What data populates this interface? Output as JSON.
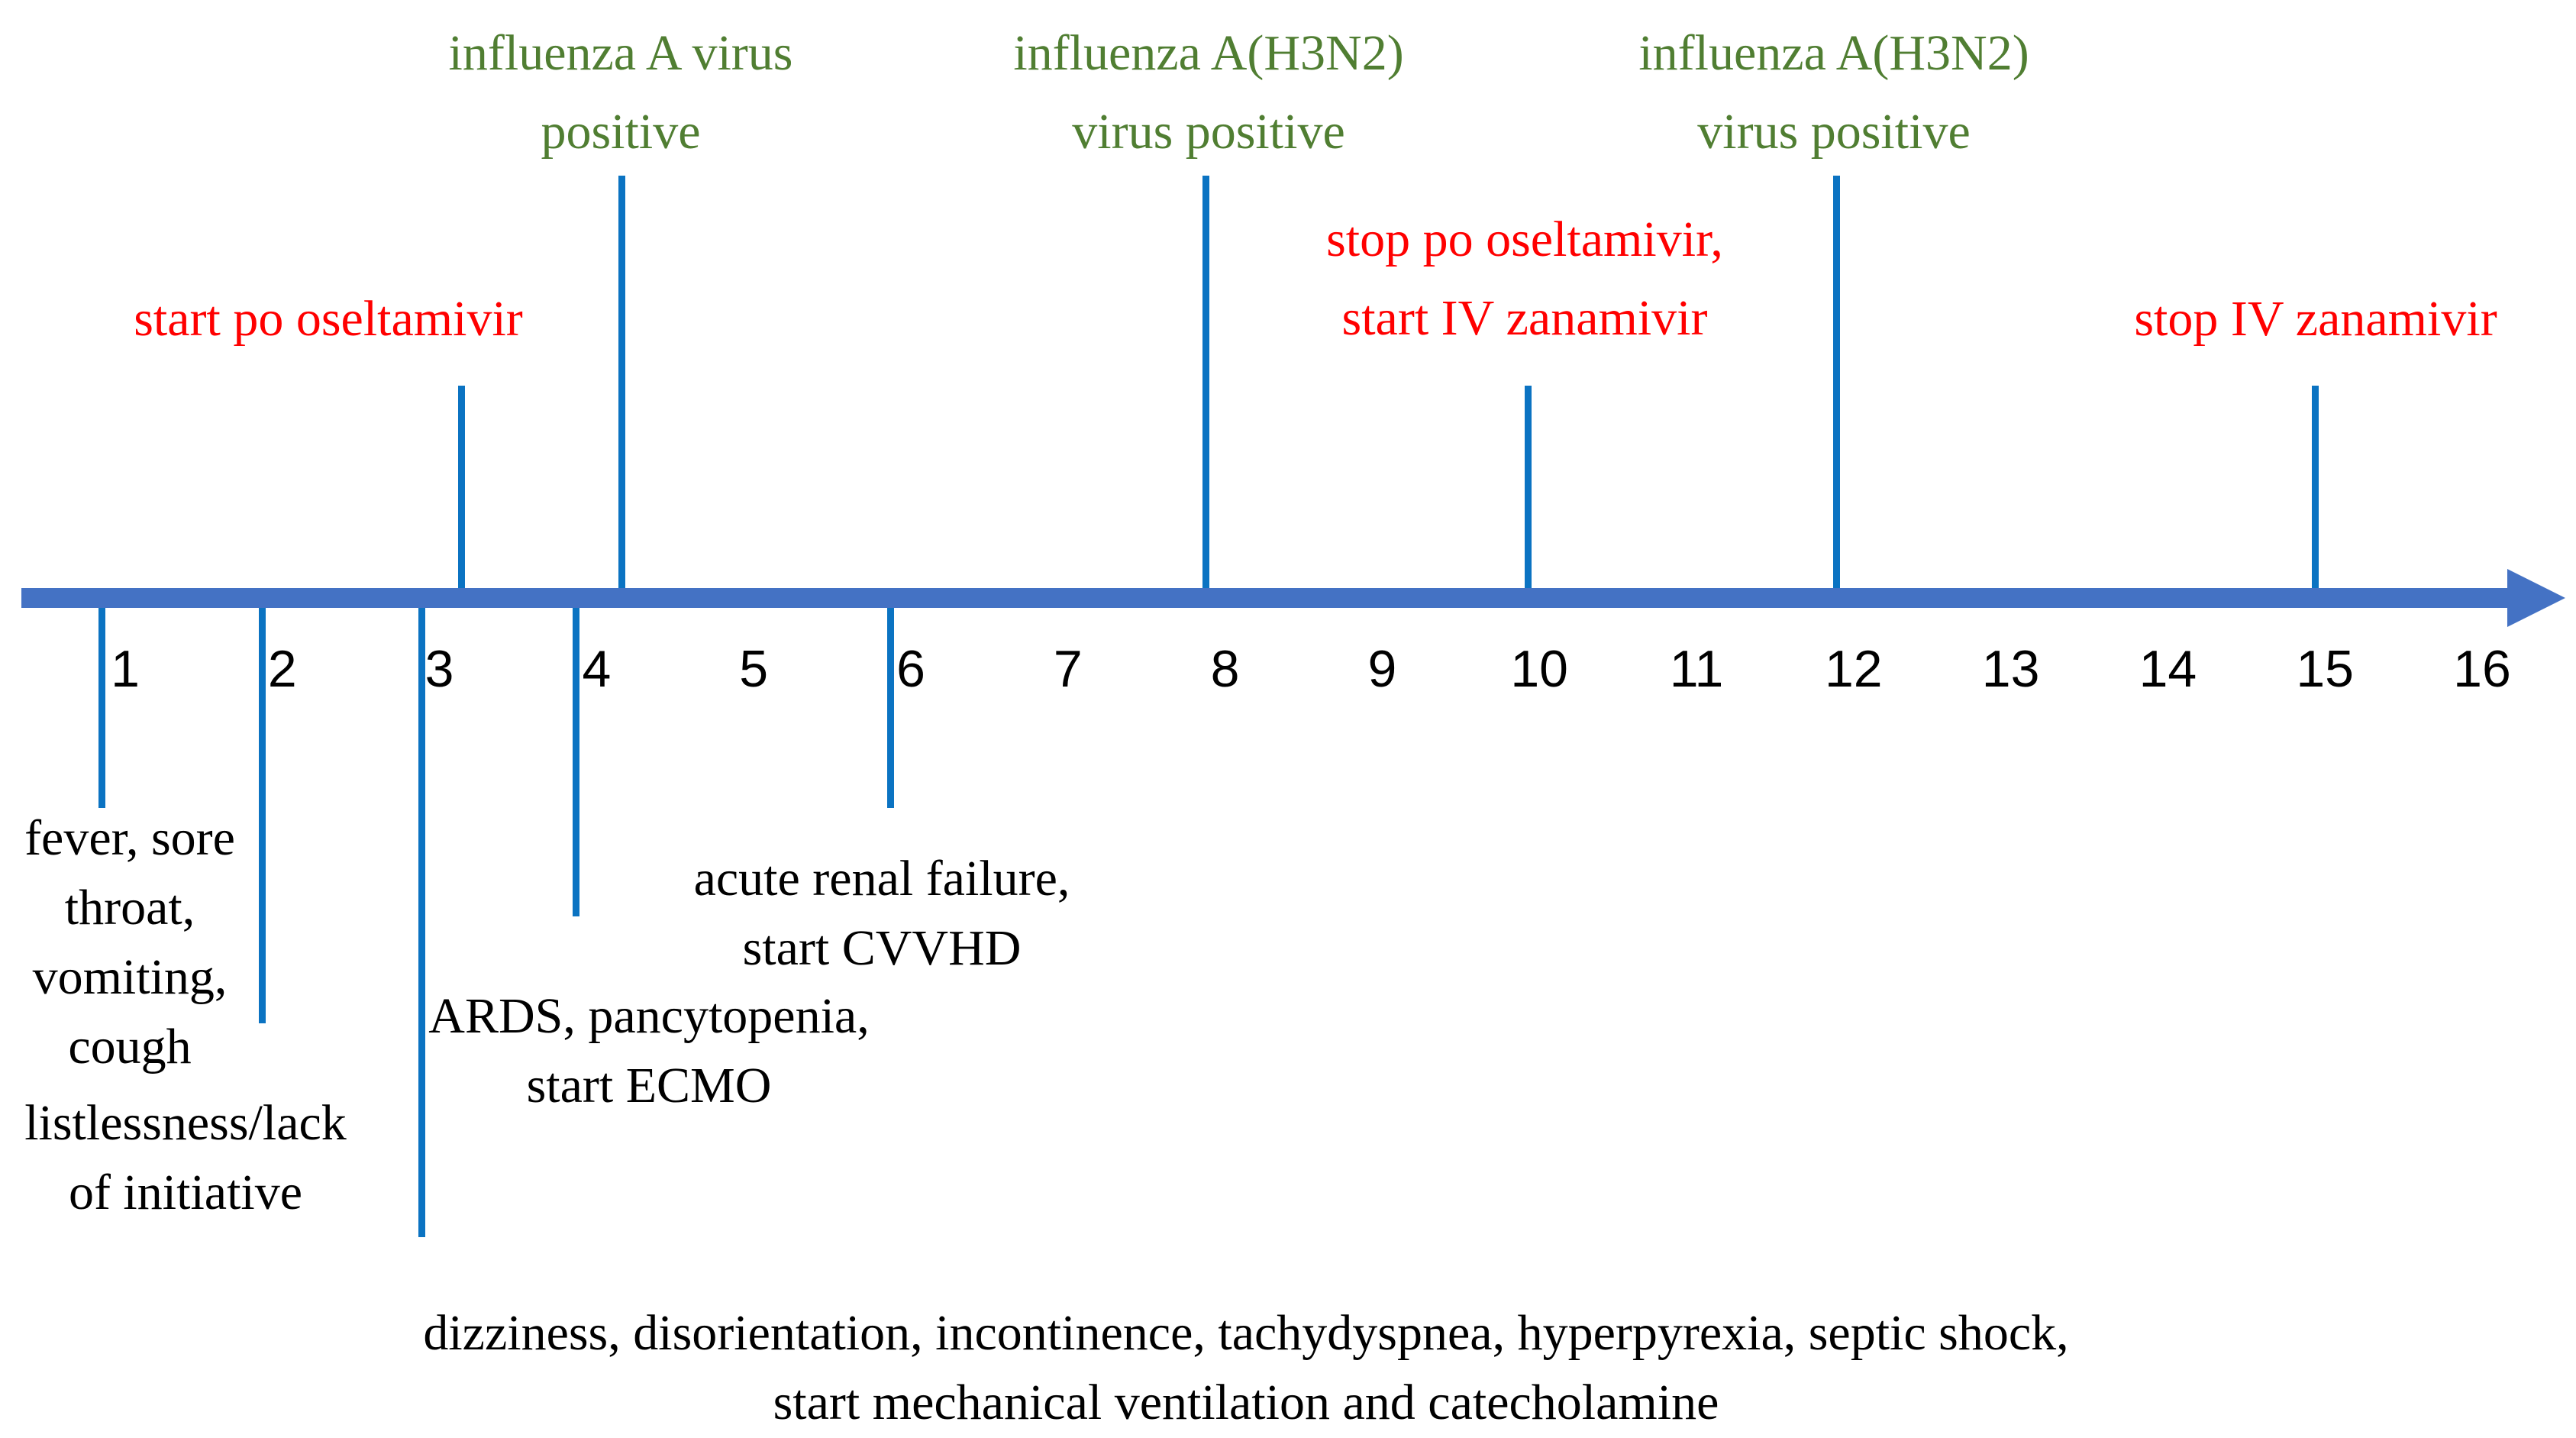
{
  "timeline": {
    "title_semantic": "clinical course timeline in days",
    "background_color": "#ffffff",
    "axis": {
      "bar_color": "#4472C4",
      "tick_color": "#0B73C2",
      "arrow_direction": "right",
      "day_labels": [
        "1",
        "2",
        "3",
        "4",
        "5",
        "6",
        "7",
        "8",
        "9",
        "10",
        "11",
        "12",
        "13",
        "14",
        "15",
        "16"
      ],
      "below_axis_tick_days": [
        0.85,
        1.87,
        2.89,
        3.87,
        5.87
      ]
    },
    "events_above": [
      {
        "id": "start-po-oseltamivir",
        "lines": [
          "start po oseltamivir"
        ],
        "color": "#FF0000",
        "day": 3.14,
        "tick_length": "short"
      },
      {
        "id": "influenza-a-positive",
        "lines": [
          "influenza A virus",
          "positive"
        ],
        "color": "#507E32",
        "day": 4.16,
        "tick_length": "tall"
      },
      {
        "id": "h3n2-positive-1",
        "lines": [
          "influenza A(H3N2)",
          "virus positive"
        ],
        "color": "#507E32",
        "day": 7.88,
        "tick_length": "tall"
      },
      {
        "id": "stop-po-start-iv",
        "lines": [
          "stop po oseltamivir,",
          "start IV zanamivir"
        ],
        "color": "#FF0000",
        "day": 9.93,
        "tick_length": "short"
      },
      {
        "id": "h3n2-positive-2",
        "lines": [
          "influenza A(H3N2)",
          "virus positive"
        ],
        "color": "#507E32",
        "day": 11.89,
        "tick_length": "tall"
      },
      {
        "id": "stop-iv-zanamivir",
        "lines": [
          "stop IV zanamivir"
        ],
        "color": "#FF0000",
        "day": 14.94,
        "tick_length": "short"
      }
    ],
    "events_below": [
      {
        "id": "fever-block",
        "lines": [
          "fever, sore",
          "throat,",
          "vomiting,",
          "cough"
        ]
      },
      {
        "id": "listlessness-block",
        "lines": [
          "listlessness/lack",
          "of initiative"
        ]
      },
      {
        "id": "ards-block",
        "lines": [
          "ARDS, pancytopenia,",
          "start ECMO"
        ]
      },
      {
        "id": "renal-block",
        "lines": [
          "acute renal failure,",
          "start CVVHD"
        ]
      },
      {
        "id": "dizziness-block",
        "lines": [
          "dizziness, disorientation, incontinence, tachydyspnea, hyperpyrexia, septic shock,",
          "start mechanical ventilation and catecholamine"
        ]
      }
    ]
  }
}
